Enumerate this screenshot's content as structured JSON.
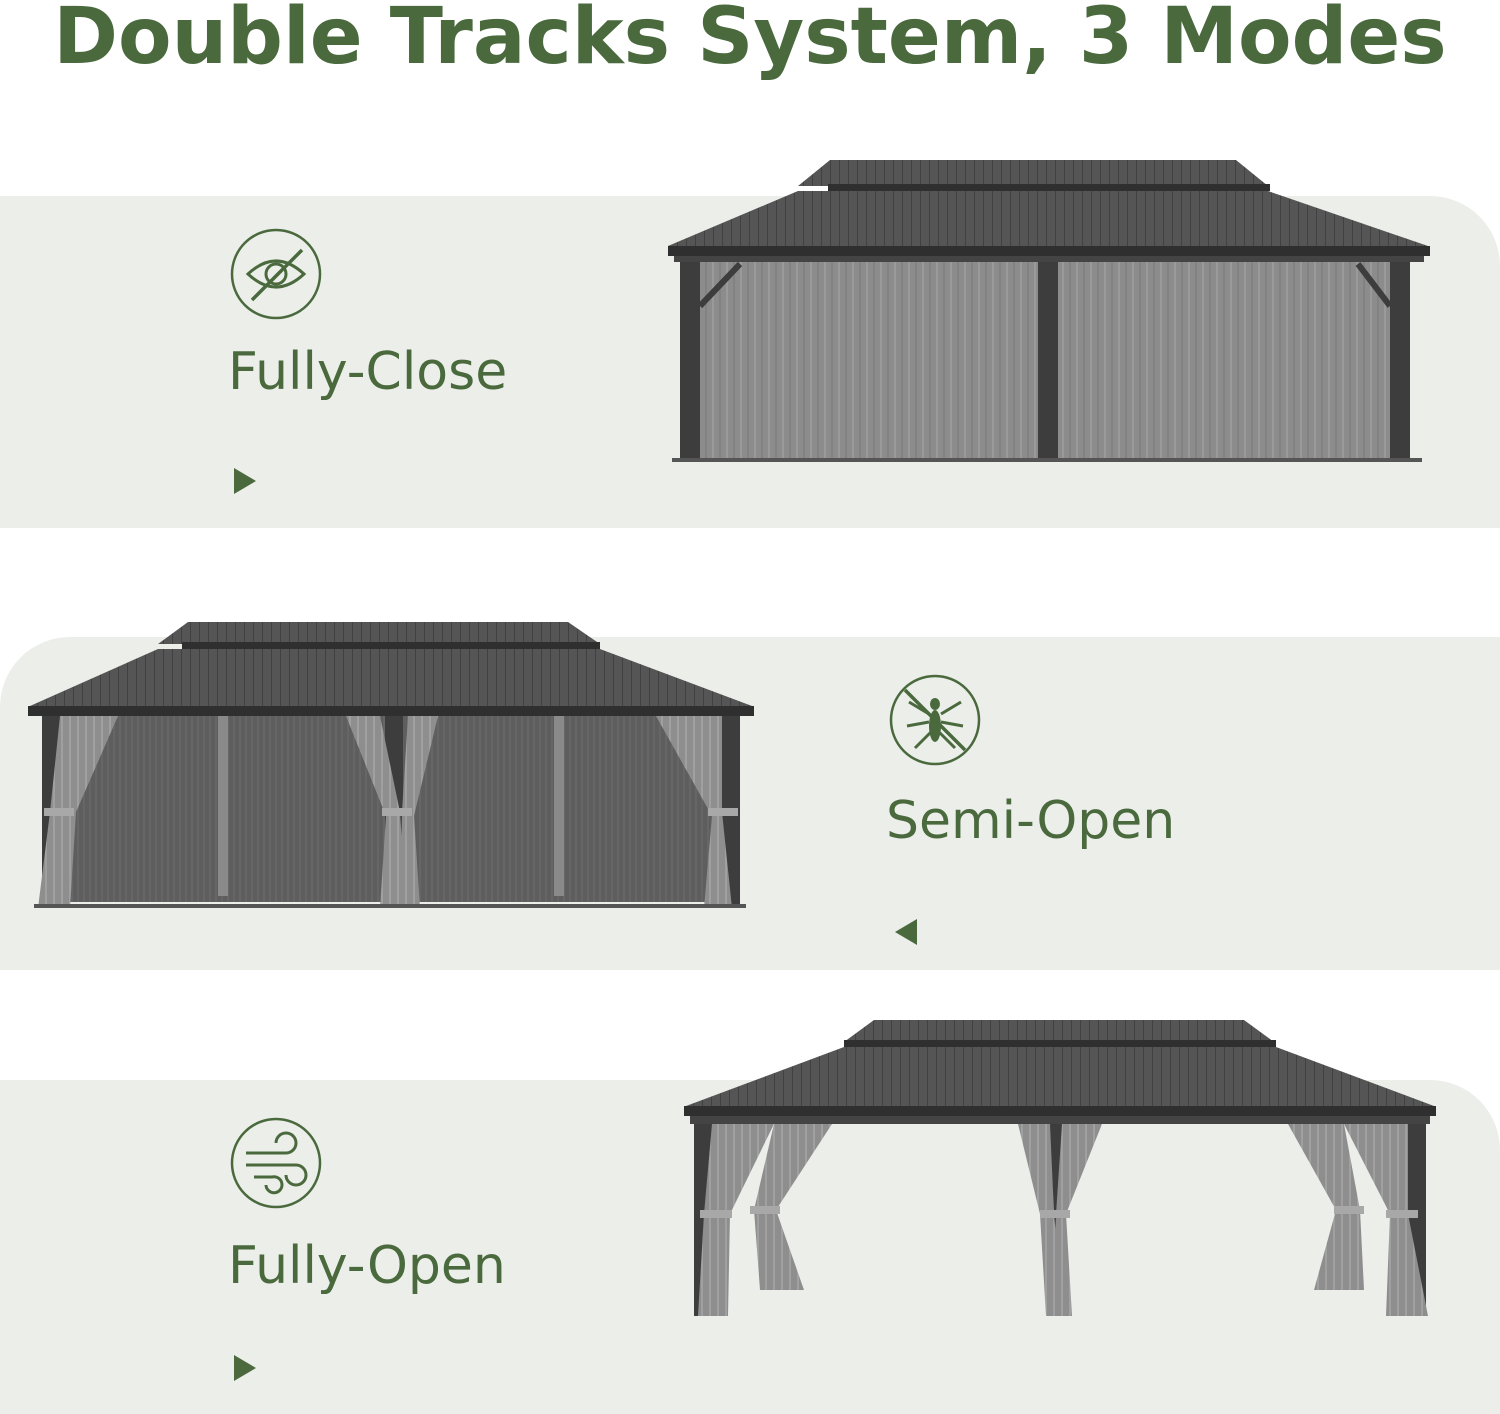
{
  "page": {
    "title": "Double Tracks System, 3 Modes"
  },
  "colors": {
    "accent_green": "#4a6a3e",
    "band_background": "#eceeea",
    "roof_dark": "#4b4b4b",
    "frame_dark": "#3d3d3d",
    "curtain_gray": "#8e8e8e",
    "netting_gray": "#6b6b6b"
  },
  "modes": [
    {
      "label": "Fully-Close",
      "icon": "eye-slash-icon",
      "arrow": "play-right-arrow-icon"
    },
    {
      "label": "Semi-Open",
      "icon": "no-mosquito-icon",
      "arrow": "play-left-arrow-icon"
    },
    {
      "label": "Fully-Open",
      "icon": "wind-icon",
      "arrow": "play-right-arrow-icon"
    }
  ]
}
